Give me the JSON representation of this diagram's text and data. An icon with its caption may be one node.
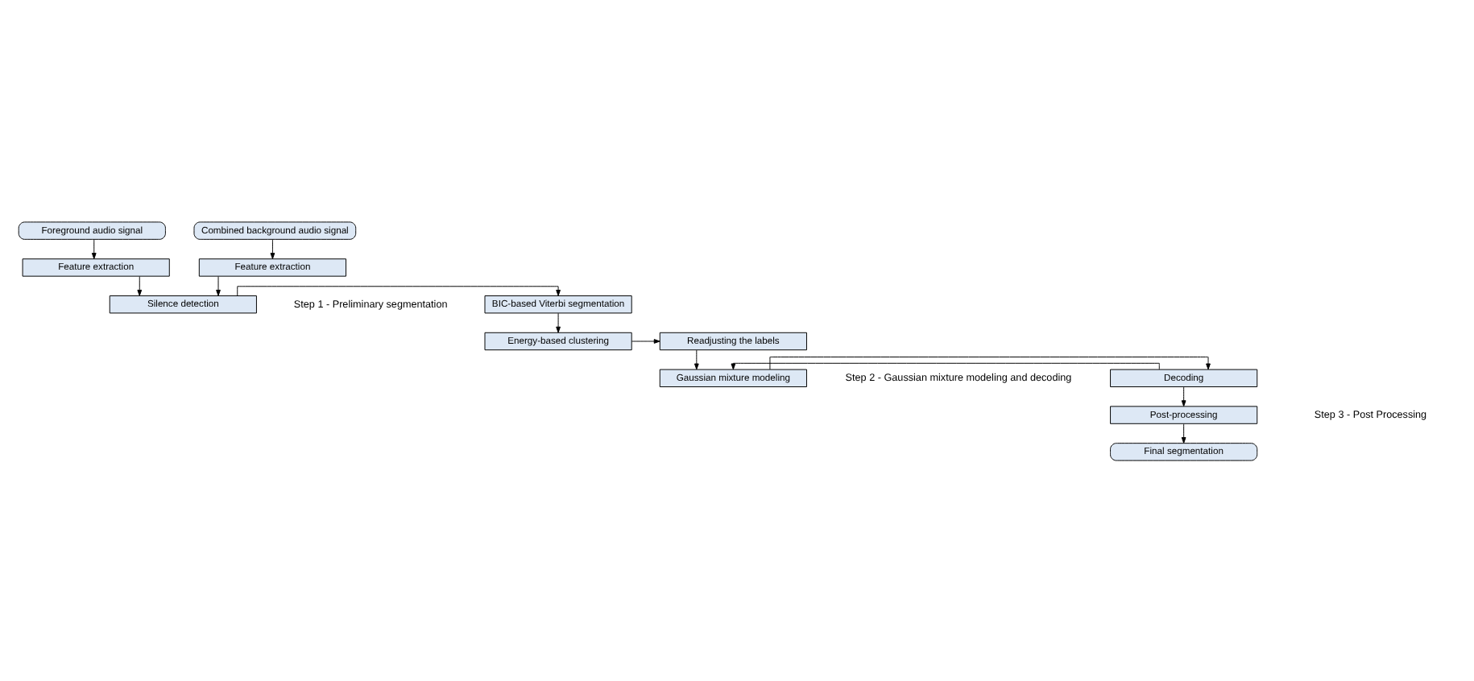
{
  "diagram": {
    "nodes": [
      {
        "text": [
          "Foreground audio signal"
        ]
      },
      {
        "text": [
          "Combined background audio signal"
        ]
      },
      {
        "text": [
          "Feature extraction"
        ]
      },
      {
        "text": [
          "Feature extraction"
        ]
      },
      {
        "text": [
          "Silence detection"
        ]
      },
      {
        "text": [
          "BIC-based Viterbi segmentation"
        ]
      },
      {
        "text": [
          "Energy-based clustering"
        ]
      },
      {
        "text": [
          "Readjusting the labels"
        ]
      },
      {
        "text": [
          "Gaussian mixture modeling"
        ]
      },
      {
        "text": [
          "Decoding"
        ]
      },
      {
        "text": [
          "Post-processing"
        ]
      },
      {
        "text": [
          "Final segmentation"
        ]
      }
    ],
    "edges": [
      {
        "from": 0,
        "to": 2,
        "arrow": "to"
      },
      {
        "from": 1,
        "to": 3,
        "arrow": "to"
      },
      {
        "from": 2,
        "to": 4,
        "arrow": "to"
      },
      {
        "from": 3,
        "to": 4,
        "arrow": "to"
      },
      {
        "from": 4,
        "to": 5,
        "arrow": "to"
      },
      {
        "from": 5,
        "to": 6,
        "arrow": "to"
      },
      {
        "from": 6,
        "to": 7,
        "arrow": "to"
      },
      {
        "from": 7,
        "to": 8,
        "arrow": "to"
      },
      {
        "from": 8,
        "to": 9,
        "arrow": "to"
      },
      {
        "from": 9,
        "to": 8,
        "arrow": "to"
      },
      {
        "from": 9,
        "to": 10,
        "arrow": "to"
      },
      {
        "from": 10,
        "to": 11,
        "arrow": "to"
      }
    ],
    "labels": [
      "Step 1 - Preliminary segmentation",
      "Step 2 - Gaussian mixture modeling and decoding",
      "Step 3 - Post Processing"
    ]
  }
}
